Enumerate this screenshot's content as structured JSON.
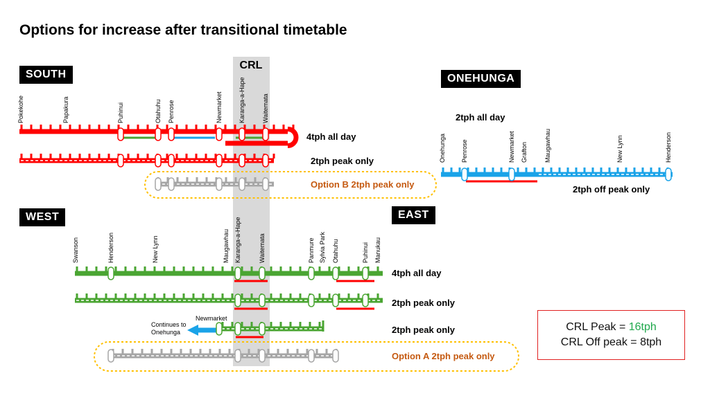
{
  "title": "Options for increase after transitional timetable",
  "regions": {
    "south": "SOUTH",
    "onehunga": "ONEHUNGA",
    "west": "WEST",
    "east": "EAST",
    "crl": "CRL"
  },
  "colors": {
    "south": "#ff0000",
    "onehunga": "#1aa3e8",
    "west": "#4aa532",
    "option": "#a6a6a6",
    "option_text": "#c55a11",
    "option_border": "#ffc000",
    "crl_band": "#d9d9d9",
    "crl_highlight": "#1fa84c"
  },
  "south": {
    "stations": [
      "Pokekohe",
      "Papakura",
      "Puhinui",
      "Otahuhu",
      "Penrose",
      "Newmarket",
      "Karanga-a-Hape",
      "Waitemata"
    ],
    "lines": [
      "4tph all day",
      "2tph peak only",
      "Option B 2tph peak only"
    ]
  },
  "onehunga": {
    "service_label": "2tph all day",
    "stations": [
      "Onehunga",
      "Penrose",
      "Newmarket",
      "Grafton",
      "Maugawhau",
      "New Lynn",
      "Henderson"
    ],
    "offpeak_label": "2tph off peak only"
  },
  "west_east": {
    "stations": [
      "Swanson",
      "Henderson",
      "New Lynn",
      "Maugawhau",
      "Karanga-a-Hape",
      "Waitemata",
      "Panmure",
      "Sylvia Park",
      "Otahuhu",
      "Puhinui",
      "Manukau"
    ],
    "lines": [
      "4tph all day",
      "2tph peak only",
      "2tph peak only",
      "Option A 2tph peak only"
    ],
    "newmarket_label": "Newmarket",
    "continues_label": [
      "Continues to",
      "Onehunga"
    ]
  },
  "crl_summary": {
    "peak_label": "CRL Peak = ",
    "peak_value": "16tph",
    "offpeak_label": "CRL Off peak = 8tph"
  }
}
